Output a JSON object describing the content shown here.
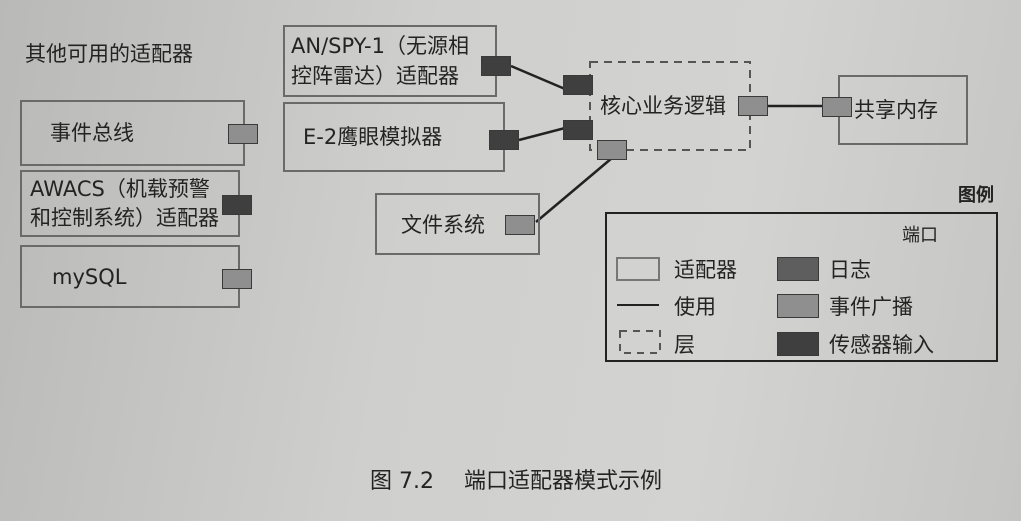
{
  "diagram": {
    "other_adapters_label": "其他可用的适配器",
    "nodes": {
      "anspy": {
        "line1": "AN/SPY-1（无源相",
        "line2": "控阵雷达）适配器"
      },
      "event_bus": "事件总线",
      "e2": "E-2鹰眼模拟器",
      "awacs": {
        "line1": "AWACS（机载预警",
        "line2": "和控制系统）适配器"
      },
      "mysql": "mySQL",
      "filesystem": "文件系统",
      "core": "核心业务逻辑",
      "shared_memory": "共享内存"
    }
  },
  "legend": {
    "title": "图例",
    "port_header": "端口",
    "adapter": "适配器",
    "uses": "使用",
    "layer": "层",
    "log": "日志",
    "event_broadcast": "事件广播",
    "sensor_input": "传感器输入"
  },
  "colors": {
    "log_port": "#5e5e5e",
    "event_port": "#8f8f8f",
    "sensor_port": "#3f3f3f"
  },
  "caption": {
    "number": "图 7.2",
    "title": "端口适配器模式示例"
  }
}
